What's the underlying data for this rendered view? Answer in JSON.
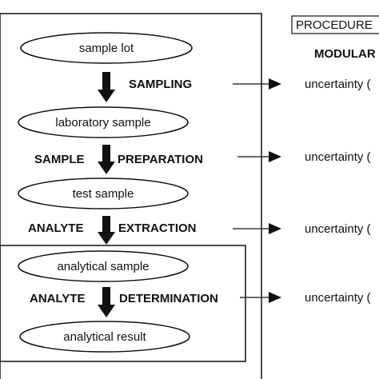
{
  "header": {
    "procedure": "PROCEDURE",
    "modular": "MODULAR"
  },
  "nodes": {
    "sample_lot": "sample lot",
    "laboratory_sample": "laboratory sample",
    "test_sample": "test sample",
    "analytical_sample": "analytical sample",
    "analytical_result": "analytical result"
  },
  "steps": {
    "sampling": "SAMPLING",
    "preparation_left": "SAMPLE",
    "preparation_right": "PREPARATION",
    "extraction_left": "ANALYTE",
    "extraction_right": "EXTRACTION",
    "determination_left": "ANALYTE",
    "determination_right": "DETERMINATION"
  },
  "uncertainty": {
    "sampling": "uncertainty (",
    "preparation": "uncertainty (",
    "extraction": "uncertainty (",
    "determination": "uncertainty ("
  }
}
